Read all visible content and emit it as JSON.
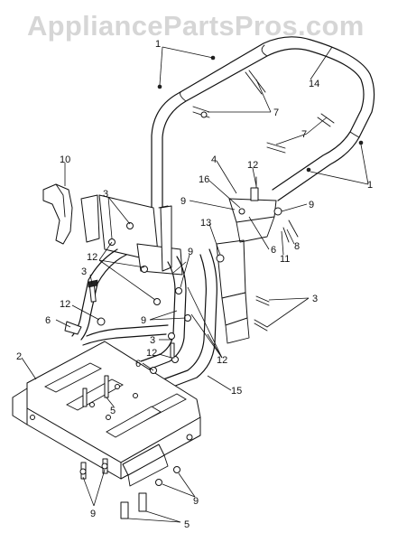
{
  "watermark": "AppliancePartsPros.com",
  "callouts": {
    "c1a": "1",
    "c1b": "1",
    "c2": "2",
    "c3a": "3",
    "c3b": "3",
    "c3c": "3",
    "c3d": "3",
    "c4": "4",
    "c5a": "5",
    "c5b": "5",
    "c6a": "6",
    "c6b": "6",
    "c6c": "6",
    "c7a": "7",
    "c7b": "7",
    "c8": "8",
    "c9a": "9",
    "c9b": "9",
    "c9c": "9",
    "c9d": "9",
    "c9e": "9",
    "c9f": "9",
    "c10": "10",
    "c11": "11",
    "c12a": "12",
    "c12b": "12",
    "c12c": "12",
    "c12d": "12",
    "c12e": "12",
    "c13": "13",
    "c14": "14",
    "c15": "15",
    "c16": "16"
  }
}
